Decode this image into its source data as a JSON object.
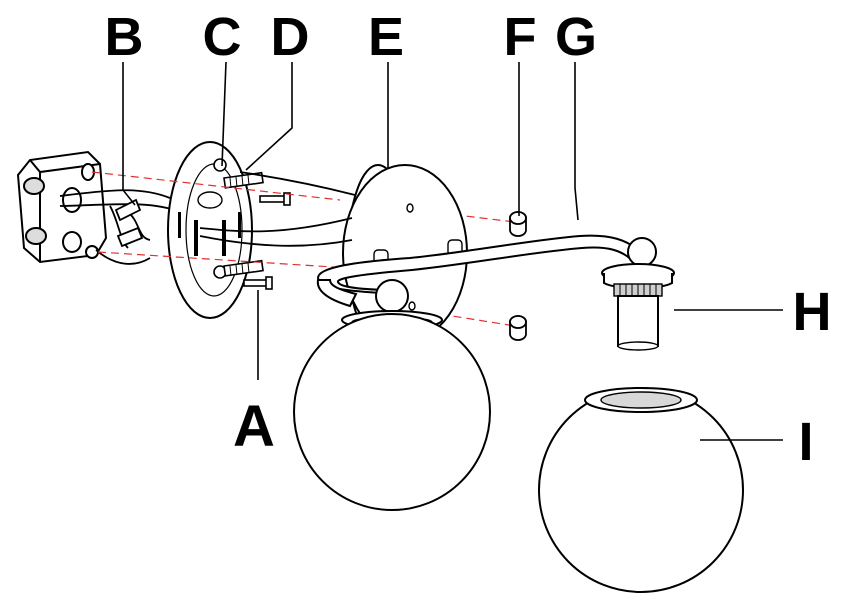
{
  "colors": {
    "line": "#000000",
    "guide": "#e03030",
    "background": "#ffffff",
    "glass": "#ffffff",
    "shade": "#d8d8d8"
  },
  "labels": {
    "a": "A",
    "b": "B",
    "c": "C",
    "d": "D",
    "e": "E",
    "f": "F",
    "g": "G",
    "h": "H",
    "i": "I"
  }
}
